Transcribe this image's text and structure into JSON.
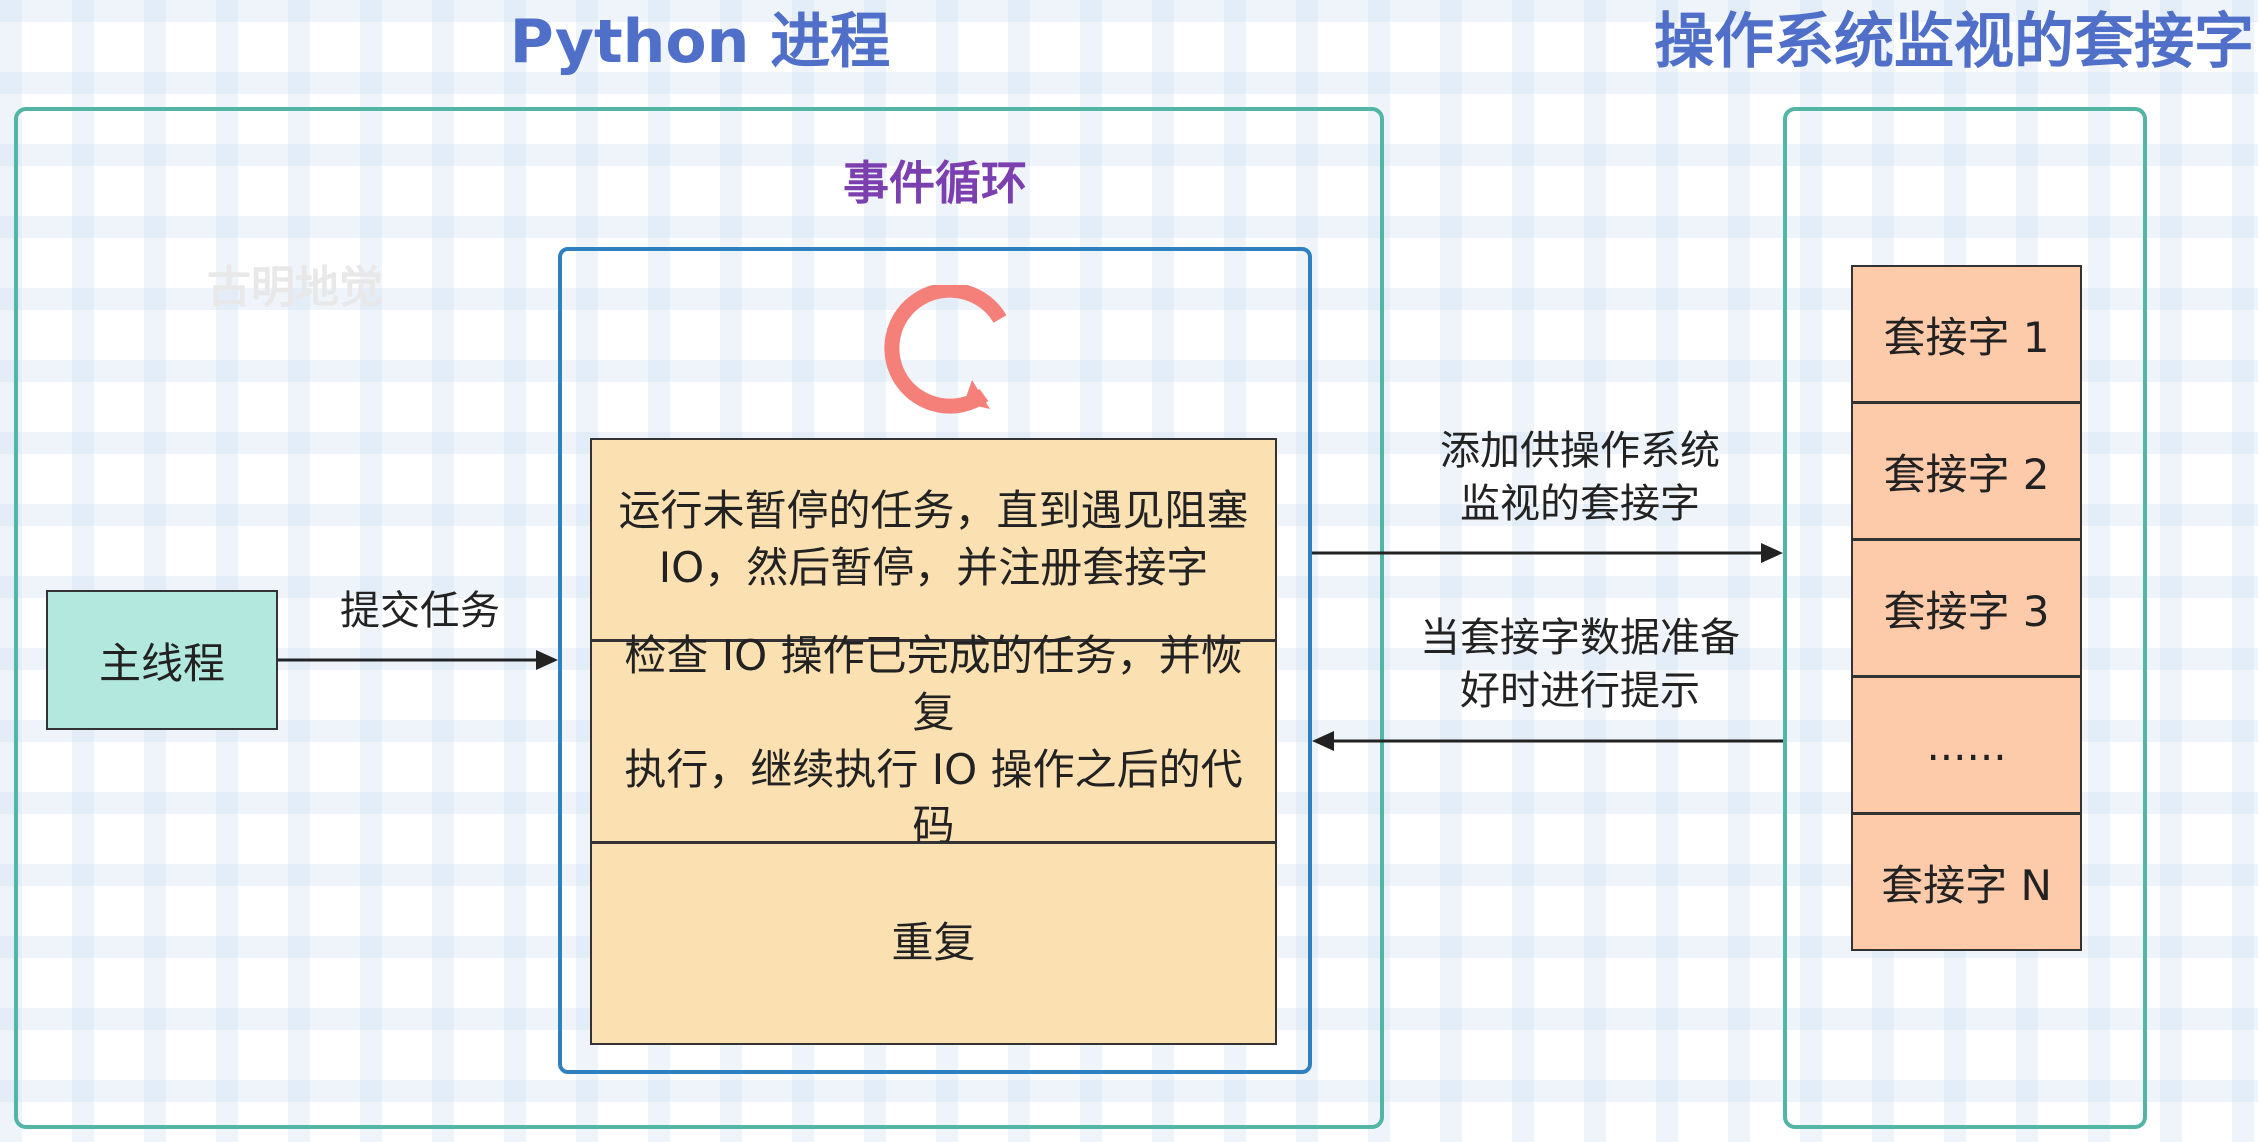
{
  "titles": {
    "python_process": "Python 进程",
    "os_sockets": "操作系统监视的套接字",
    "event_loop": "事件循环"
  },
  "watermark": "古明地觉",
  "main_thread": "主线程",
  "edges": {
    "submit_task": "提交任务",
    "add_socket": "添加供操作系统\n监视的套接字",
    "notify_ready": "当套接字数据准备\n好时进行提示"
  },
  "loop_steps": [
    "运行未暂停的任务，直到遇见阻塞\nIO，然后暂停，并注册套接字",
    "检查 IO 操作已完成的任务，并恢复\n执行，继续执行 IO 操作之后的代码",
    "重复"
  ],
  "sockets": [
    "套接字 1",
    "套接字 2",
    "套接字 3",
    "......",
    "套接字 N"
  ],
  "colors": {
    "heading": "#4f6fc8",
    "event_loop_title": "#7b3fb0",
    "frame_border": "#52b5a5",
    "loop_border": "#2f80c0",
    "loop_step_fill": "#fbe0b2",
    "main_thread_fill": "#b3e8de",
    "socket_fill": "#fdcaaa",
    "loop_icon": "#f5807a"
  },
  "icons": {
    "loop_icon": "circular-arrow-icon"
  }
}
